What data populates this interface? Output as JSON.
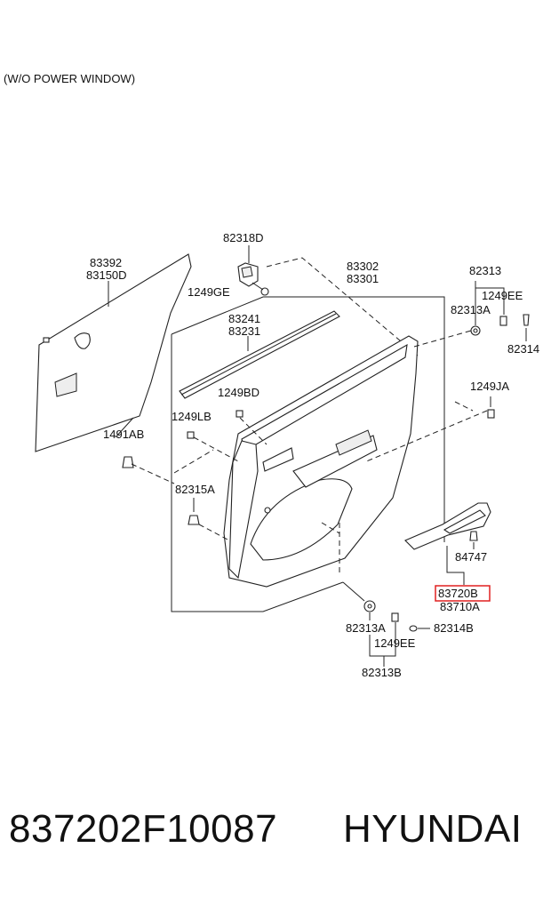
{
  "diagram": {
    "note": "(W/O POWER WINDOW)",
    "highlight_color": "#e02020",
    "labels": {
      "l82318D": "82318D",
      "l1249GE": "1249GE",
      "l83392": "83392",
      "l83150D": "83150D",
      "l83302": "83302",
      "l83301": "83301",
      "l83241": "83241",
      "l83231": "83231",
      "l82313": "82313",
      "l1249EE_top": "1249EE",
      "l82313A_top": "82313A",
      "l82314": "82314",
      "l1249BD": "1249BD",
      "l1249LB": "1249LB",
      "l1249JA": "1249JA",
      "l1491AB": "1491AB",
      "l82315A": "82315A",
      "l84747": "84747",
      "l83720B": "83720B",
      "l83710A": "83710A",
      "l82313A_bot": "82313A",
      "l82314B": "82314B",
      "l1249EE_bot": "1249EE",
      "l82313B": "82313B"
    }
  },
  "footer": {
    "part_number": "837202F10087",
    "brand": "HYUNDAI"
  }
}
